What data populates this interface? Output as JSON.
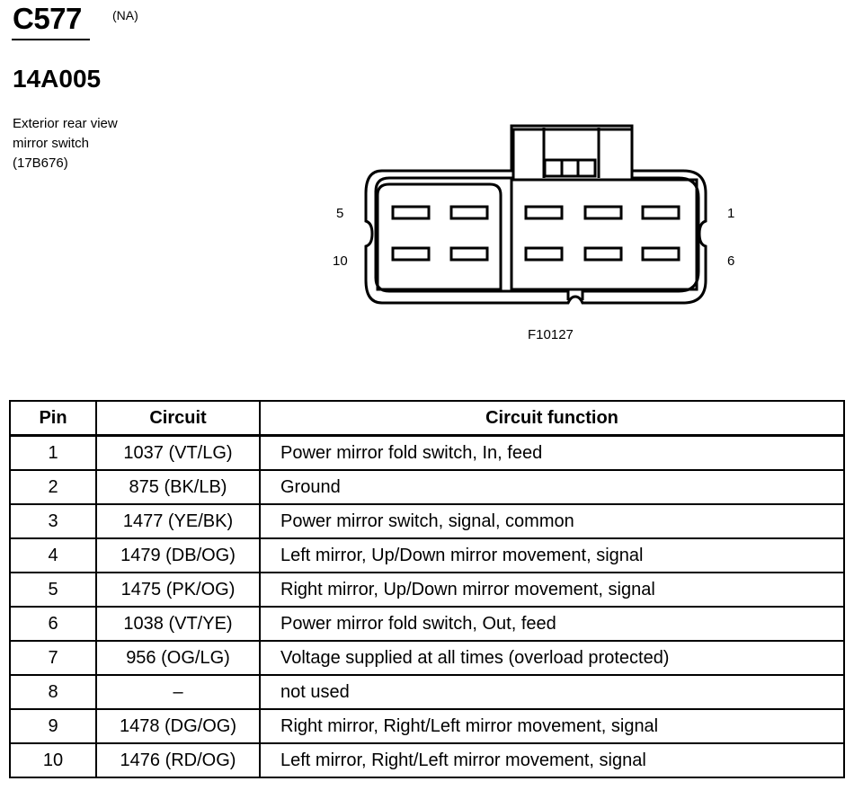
{
  "header": {
    "connector_id": "C577",
    "region": "(NA)",
    "part_number": "14A005",
    "description_lines": [
      "Exterior rear view",
      "mirror switch",
      "(17B676)"
    ]
  },
  "diagram": {
    "figure_id": "F10127",
    "pin_labels": {
      "top_left": "5",
      "bottom_left": "10",
      "top_right": "1",
      "bottom_right": "6"
    }
  },
  "table": {
    "headers": {
      "pin": "Pin",
      "circuit": "Circuit",
      "function": "Circuit function"
    },
    "rows": [
      {
        "pin": "1",
        "circuit": "1037 (VT/LG)",
        "function": "Power mirror fold switch, In, feed"
      },
      {
        "pin": "2",
        "circuit": "875 (BK/LB)",
        "function": "Ground"
      },
      {
        "pin": "3",
        "circuit": "1477 (YE/BK)",
        "function": "Power mirror switch, signal, common"
      },
      {
        "pin": "4",
        "circuit": "1479 (DB/OG)",
        "function": "Left mirror, Up/Down mirror movement, signal"
      },
      {
        "pin": "5",
        "circuit": "1475 (PK/OG)",
        "function": "Right mirror, Up/Down mirror movement, signal"
      },
      {
        "pin": "6",
        "circuit": "1038 (VT/YE)",
        "function": "Power mirror fold switch, Out, feed"
      },
      {
        "pin": "7",
        "circuit": "956 (OG/LG)",
        "function": "Voltage supplied at all times (overload protected)"
      },
      {
        "pin": "8",
        "circuit": "–",
        "function": "not used"
      },
      {
        "pin": "9",
        "circuit": "1478 (DG/OG)",
        "function": "Right mirror, Right/Left mirror movement, signal"
      },
      {
        "pin": "10",
        "circuit": "1476 (RD/OG)",
        "function": "Left mirror, Right/Left mirror movement, signal"
      }
    ]
  }
}
